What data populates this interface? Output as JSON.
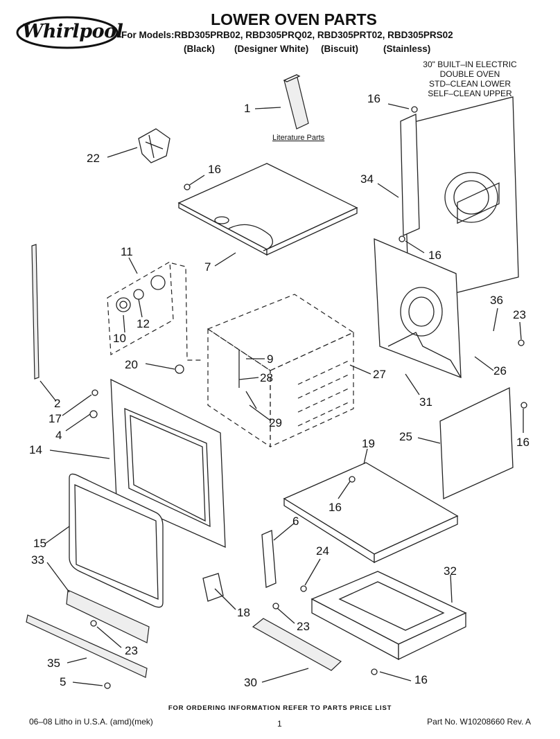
{
  "brand": "Whirlpool",
  "title": "LOWER OVEN PARTS",
  "models_line": "For Models:RBD305PRB02, RBD305PRQ02, RBD305PRT02, RBD305PRS02",
  "finishes": [
    "(Black)",
    "(Designer White)",
    "(Biscuit)",
    "(Stainless)"
  ],
  "description": [
    "30\" BUILT–IN ELECTRIC",
    "DOUBLE OVEN",
    "STD–CLEAN LOWER",
    "SELF–CLEAN UPPER"
  ],
  "literature_label": "Literature Parts",
  "callouts": [
    {
      "id": "c1",
      "label": "1"
    },
    {
      "id": "c22",
      "label": "22"
    },
    {
      "id": "c16a",
      "label": "16"
    },
    {
      "id": "c16b",
      "label": "16"
    },
    {
      "id": "c34",
      "label": "34"
    },
    {
      "id": "c16c",
      "label": "16"
    },
    {
      "id": "c7",
      "label": "7"
    },
    {
      "id": "c11",
      "label": "11"
    },
    {
      "id": "c12",
      "label": "12"
    },
    {
      "id": "c10",
      "label": "10"
    },
    {
      "id": "c36",
      "label": "36"
    },
    {
      "id": "c23a",
      "label": "23"
    },
    {
      "id": "c9",
      "label": "9"
    },
    {
      "id": "c20",
      "label": "20"
    },
    {
      "id": "c28",
      "label": "28"
    },
    {
      "id": "c27",
      "label": "27"
    },
    {
      "id": "c26",
      "label": "26"
    },
    {
      "id": "c2",
      "label": "2"
    },
    {
      "id": "c17",
      "label": "17"
    },
    {
      "id": "c31",
      "label": "31"
    },
    {
      "id": "c29",
      "label": "29"
    },
    {
      "id": "c4",
      "label": "4"
    },
    {
      "id": "c25",
      "label": "25"
    },
    {
      "id": "c16d",
      "label": "16"
    },
    {
      "id": "c19",
      "label": "19"
    },
    {
      "id": "c14",
      "label": "14"
    },
    {
      "id": "c16e",
      "label": "16"
    },
    {
      "id": "c6",
      "label": "6"
    },
    {
      "id": "c15",
      "label": "15"
    },
    {
      "id": "c24",
      "label": "24"
    },
    {
      "id": "c33",
      "label": "33"
    },
    {
      "id": "c32",
      "label": "32"
    },
    {
      "id": "c18",
      "label": "18"
    },
    {
      "id": "c23b",
      "label": "23"
    },
    {
      "id": "c23c",
      "label": "23"
    },
    {
      "id": "c35",
      "label": "35"
    },
    {
      "id": "c5",
      "label": "5"
    },
    {
      "id": "c30",
      "label": "30"
    },
    {
      "id": "c16f",
      "label": "16"
    }
  ],
  "footer": {
    "ordering_note": "FOR ORDERING INFORMATION REFER TO PARTS PRICE LIST",
    "print_info": "06–08 Litho in U.S.A. (amd)(mek)",
    "page": "1",
    "part_number": "Part No. W10208660 Rev. A"
  }
}
